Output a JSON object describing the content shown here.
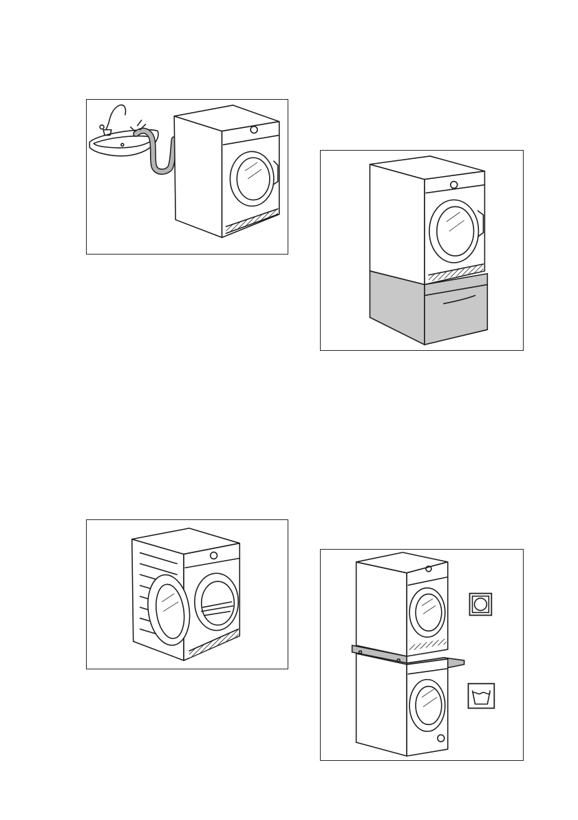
{
  "page": {
    "background": "#ffffff"
  },
  "figures": [
    {
      "icon": "dryer-drain-hose-to-sink-illustration"
    },
    {
      "icon": "dryer-on-pedestal-drawer-illustration",
      "accent": "#c8c8c8"
    },
    {
      "icon": "dryer-door-open-drum-illustration"
    },
    {
      "icon": "dryer-stacked-on-washer-illustration",
      "symbols": [
        "tumble-dryer-symbol-icon",
        "washing-machine-symbol-icon"
      ]
    }
  ],
  "colors": {
    "line": "#1c1c1c",
    "pedestal_fill": "#c8c8c8",
    "hose_fill": "#b5b5b5",
    "shelf_fill": "#bdbdbd"
  }
}
